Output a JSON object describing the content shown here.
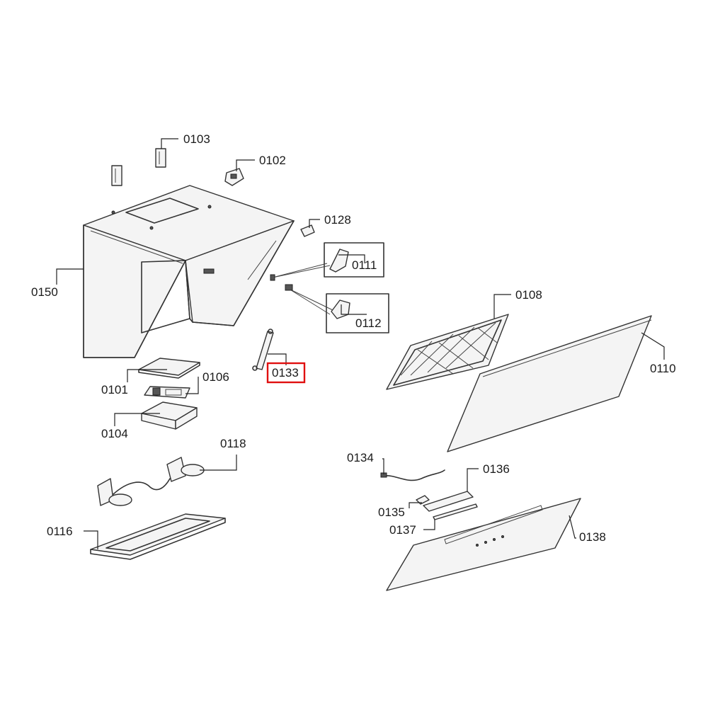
{
  "diagram": {
    "labels": {
      "p0103": "0103",
      "p0102": "0102",
      "p0128": "0128",
      "p0111": "0111",
      "p0112": "0112",
      "p0150": "0150",
      "p0108": "0108",
      "p0110": "0110",
      "p0133": "0133",
      "p0101": "0101",
      "p0106": "0106",
      "p0104": "0104",
      "p0118": "0118",
      "p0116": "0116",
      "p0134": "0134",
      "p0136": "0136",
      "p0135": "0135",
      "p0137": "0137",
      "p0138": "0138"
    },
    "highlighted_part": "0133",
    "highlight_color": "#e01010"
  }
}
